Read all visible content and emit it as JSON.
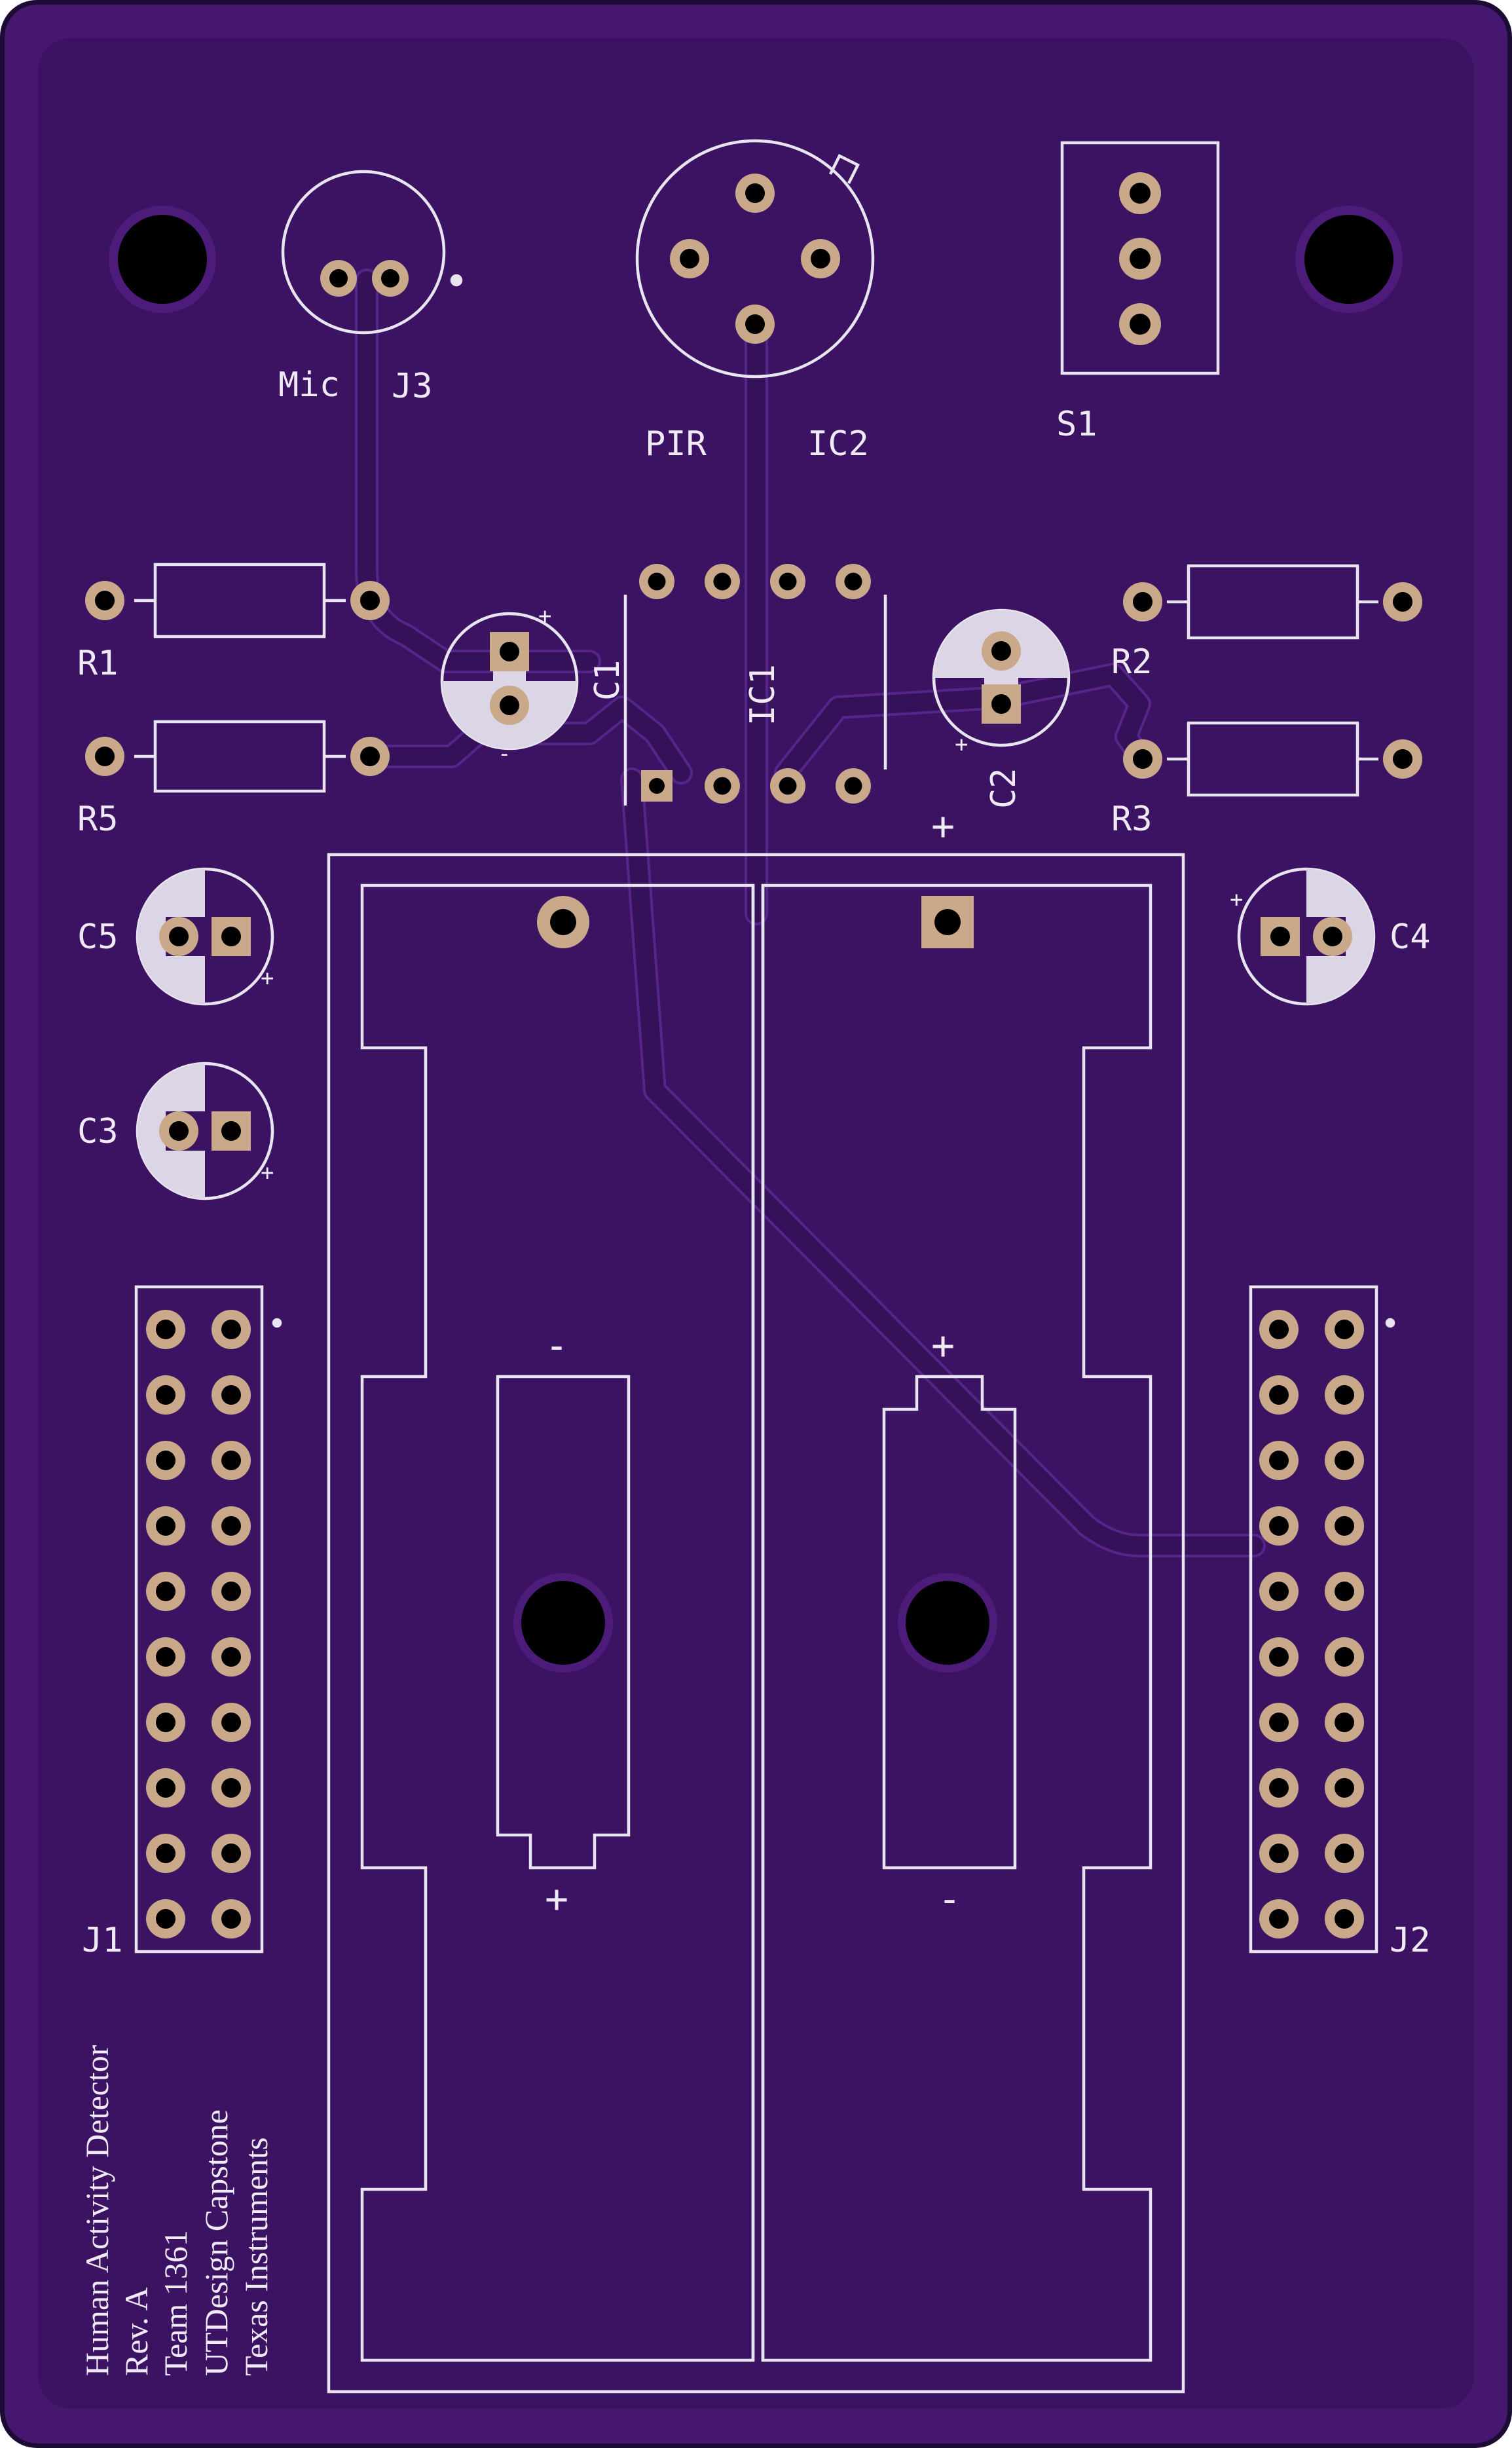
{
  "board": {
    "colors": {
      "board_edge": "#1c0c33",
      "board_fill": "#45176e",
      "inner_panel": "#3c1363",
      "copper_trace": "#35115a",
      "trace_outline": "#55258a",
      "silkscreen": "#e8e4f0",
      "pad_copper": "#c9a98a",
      "drill": "#000000"
    },
    "labels": {
      "mic": "Mic",
      "j3": "J3",
      "pir": "PIR",
      "ic2": "IC2",
      "s1": "S1",
      "r1": "R1",
      "r2": "R2",
      "r3": "R3",
      "r5": "R5",
      "c1": "C1",
      "ic1": "IC1",
      "c2": "C2",
      "c3": "C3",
      "c4": "C4",
      "c5": "C5",
      "j1": "J1",
      "j2": "J2"
    },
    "polarity": {
      "plus": "+",
      "minus": "-"
    },
    "notes": [
      "Human Activity Detector",
      "Rev. A",
      "Team 1361",
      "UTDesign Capstone",
      "Texas Instruments"
    ]
  }
}
